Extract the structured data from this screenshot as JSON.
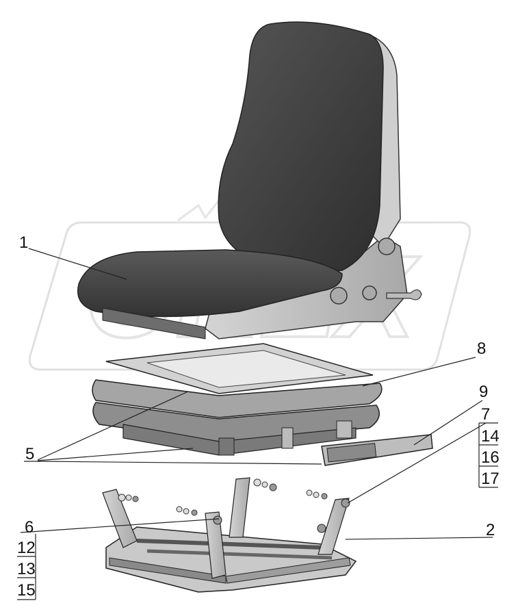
{
  "watermark": {
    "text": "OREX"
  },
  "callouts": {
    "c1": "1",
    "c2": "2",
    "c5": "5",
    "c6": "6",
    "c7": "7",
    "c8": "8",
    "c9": "9",
    "c12": "12",
    "c13": "13",
    "c14": "14",
    "c15": "15",
    "c16": "16",
    "c17": "17"
  },
  "colors": {
    "cushion": "#4a4a4a",
    "backrest": "#3c3c3c",
    "metal": "#bdbdbd",
    "metal_dark": "#8c8c8c",
    "bellows": "#9a9a9a",
    "outline": "#222222"
  }
}
